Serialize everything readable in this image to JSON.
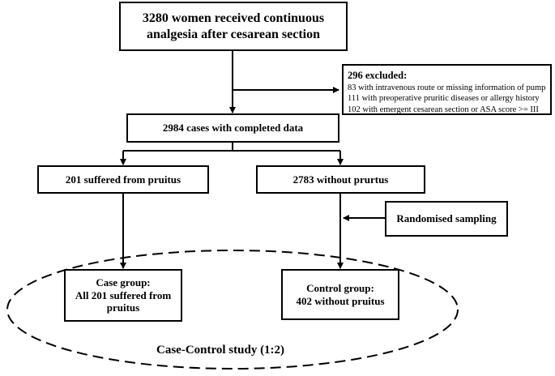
{
  "top_box": {
    "line1": "3280 women received continuous",
    "line2": "analgesia after cesarean section"
  },
  "excluded": {
    "header": "296 excluded:",
    "reasons": [
      "83 with intravenous route or missing information of pump",
      "111 with preoperative pruritic diseases or allergy history",
      "102 with emergent cesarean section or ASA score >= III"
    ]
  },
  "completed_box": {
    "label": "2984 cases with completed data"
  },
  "pruritus_box": {
    "label": "201 suffered from pruitus"
  },
  "no_pruritus_box": {
    "label": "2783 without prurtus"
  },
  "sampling_box": {
    "label": "Randomised sampling"
  },
  "case_box": {
    "line1": "Case group:",
    "line2": "All 201 suffered from",
    "line3": "pruitus"
  },
  "control_box": {
    "line1": "Control group:",
    "line2": "402 without pruitus"
  },
  "study_label": "Case-Control study  (1:2)"
}
